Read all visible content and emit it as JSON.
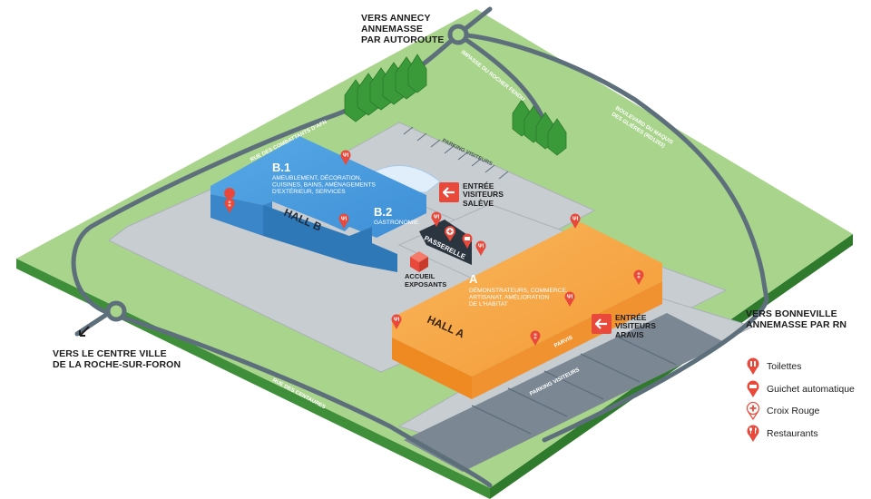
{
  "directions": {
    "north": "VERS ANNECY\nANNEMASSE\nPAR AUTOROUTE",
    "east": "VERS BONNEVILLE\nANNEMASSE PAR RN",
    "west": "VERS LE CENTRE VILLE\nDE LA ROCHE-SUR-FORON"
  },
  "roads": {
    "combattants": "RUE DES COMBATTANTS D'AFN",
    "rocher": "IMPASSE DU ROCHER FENDU",
    "maquis": "BOULEVARD DU MAQUIS\nDES GLIÈRES (RD1203)",
    "centaures": "RUE DES CENTAURES",
    "parvis": "PARVIS",
    "parking_north": "PARKING VISITEURS",
    "parking_south": "PARKING VISITEURS"
  },
  "halls": {
    "b1_code": "B.1",
    "b1_desc": "AMEUBLEMENT, DÉCORATION,\nCUISINES, BAINS, AMÉNAGEMENTS\nD'EXTÉRIEUR, SERVICES",
    "b2_code": "B.2",
    "b2_desc": "GASTRONOMIE",
    "hall_b": "HALL B",
    "a_code": "A",
    "a_desc": "DÉMONSTRATEURS, COMMERCE,\nARTISANAT, AMÉLIORATION\nDE L'HABITAT",
    "hall_a": "HALL A",
    "passerelle": "PASSERELLE"
  },
  "entries": {
    "saleve": "ENTRÉE\nVISITEURS\nSALÈVE",
    "aravis": "ENTRÉE\nVISITEURS\nARAVIS",
    "accueil": "ACCUEIL\nEXPOSANTS"
  },
  "legend": [
    {
      "icon": "toilets-icon",
      "label": "Toilettes"
    },
    {
      "icon": "atm-icon",
      "label": "Guichet automatique"
    },
    {
      "icon": "red-cross-icon",
      "label": "Croix Rouge"
    },
    {
      "icon": "restaurant-icon",
      "label": "Restaurants"
    }
  ],
  "colors": {
    "grass": "#a9d48c",
    "grass_side": "#3f8f3a",
    "road": "#5e6f7c",
    "lot": "#c8cdd2",
    "hall_b": "#4a9fe0",
    "hall_a": "#f7a94a",
    "accent": "#e8493a"
  }
}
